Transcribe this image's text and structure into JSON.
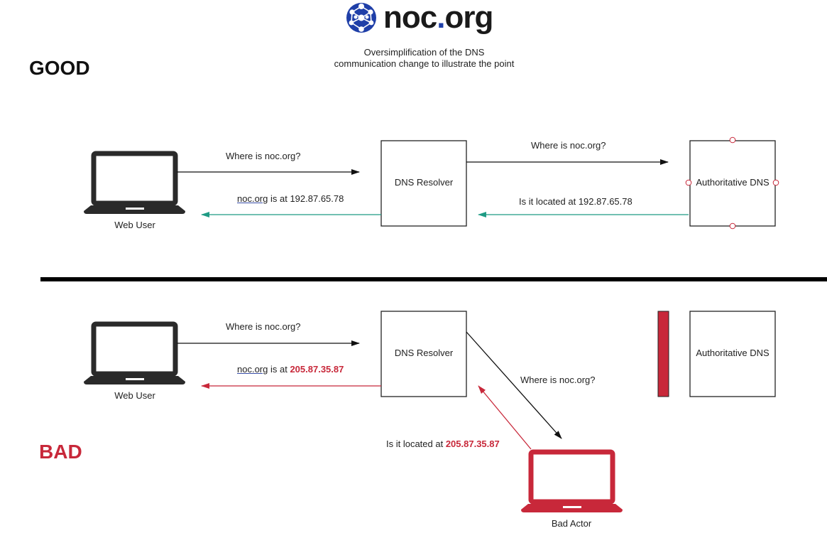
{
  "brand": {
    "name_prefix": "noc",
    "name_dot": ".",
    "name_suffix": "org"
  },
  "subtitle": "Oversimplification of the DNS communication change to illustrate the point",
  "good_section": {
    "heading": "GOOD",
    "web_user_label": "Web User",
    "resolver_label": "DNS Resolver",
    "authoritative_label": "Authoritative DNS",
    "query_to_resolver": "Where is noc.org?",
    "query_to_authoritative": "Where is noc.org?",
    "authoritative_reply": "Is it located at 192.87.65.78",
    "resolver_reply_domain": "noc.org",
    "resolver_reply_rest": " is at 192.87.65.78"
  },
  "bad_section": {
    "heading": "BAD",
    "web_user_label": "Web User",
    "resolver_label": "DNS Resolver",
    "authoritative_label": "Authoritative DNS",
    "query_to_resolver": "Where is noc.org?",
    "query_to_bad_actor": "Where is noc.org?",
    "bad_actor_reply_prefix": "Is it located at ",
    "bad_actor_reply_ip": "205.87.35.87",
    "resolver_reply_domain": "noc.org",
    "resolver_reply_mid": " is at ",
    "resolver_reply_ip": "205.87.35.87",
    "bad_actor_label": "Bad Actor"
  },
  "colors": {
    "good_reply": "#1f9b84",
    "bad": "#c8283a",
    "line": "#111111"
  }
}
